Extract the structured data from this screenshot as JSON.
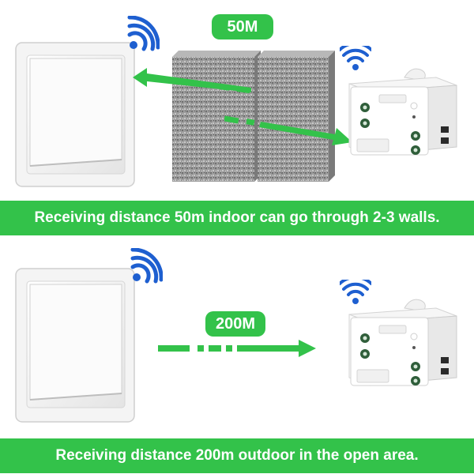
{
  "colors": {
    "accent": "#33c24a",
    "wifi": "#1e5fd0"
  },
  "top": {
    "distance_label": "50M",
    "caption": "Receiving distance 50m indoor can go through 2-3 walls."
  },
  "bottom": {
    "distance_label": "200M",
    "caption": "Receiving distance 200m outdoor in the open area."
  },
  "icons": {
    "wifi": "wifi-signal-icon",
    "switch": "wall-switch-icon",
    "receiver": "receiver-module-icon",
    "wall": "concrete-wall-icon",
    "arrow": "signal-arrow-icon"
  }
}
